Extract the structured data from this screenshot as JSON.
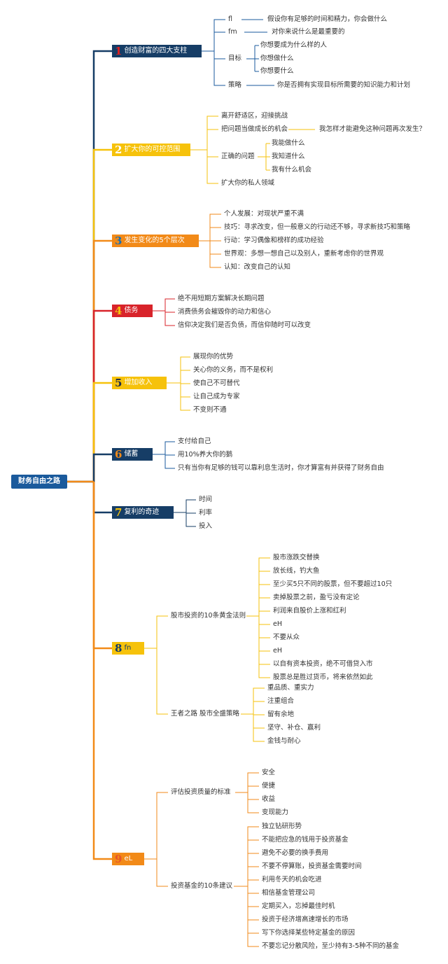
{
  "root": {
    "label": "财务自由之路"
  },
  "branches": [
    {
      "number": "1",
      "label": "创造财富的四大支柱",
      "bg": "#163d66",
      "num_color": "#e02020",
      "text_color": "#ffffff"
    },
    {
      "number": "2",
      "label": "扩大你的可控范围",
      "bg": "#f6c20b",
      "num_color": "#ffffff",
      "text_color": "#ffffff"
    },
    {
      "number": "3",
      "label": "发生变化的5个层次",
      "bg": "#f28a18",
      "num_color": "#1a6fb0",
      "text_color": "#ffffff"
    },
    {
      "number": "4",
      "label": "债务",
      "bg": "#d8232a",
      "num_color": "#f6c20b",
      "text_color": "#ffffff"
    },
    {
      "number": "5",
      "label": "增加收入",
      "bg": "#f6c20b",
      "num_color": "#1a2a4a",
      "text_color": "#ffffff"
    },
    {
      "number": "6",
      "label": "储蓄",
      "bg": "#163d66",
      "num_color": "#f28a18",
      "text_color": "#ffffff"
    },
    {
      "number": "7",
      "label": "复利的奇迹",
      "bg": "#163d66",
      "num_color": "#f6c20b",
      "text_color": "#ffffff"
    },
    {
      "number": "8",
      "label": "fn",
      "bg": "#f6c20b",
      "num_color": "#163d66",
      "text_color": "#163d66"
    },
    {
      "number": "9",
      "label": "eL",
      "bg": "#f28a18",
      "num_color": "#e8542a",
      "text_color": "#ffffff"
    }
  ],
  "b1": {
    "items": [
      "fl",
      "fm",
      "目标",
      "策略"
    ],
    "details": [
      "假设你有足够的时间和精力，你会做什么",
      "对你来说什么是最重要的",
      "你是否拥有实现目标所需要的知识能力和计划"
    ],
    "goal_items": [
      "你想要成为什么样的人",
      "你想做什么",
      "你想要什么"
    ]
  },
  "b2": {
    "items": [
      "离开舒适区，迎接挑战",
      "把问题当做成长的机会",
      "正确的问题",
      "扩大你的私人领域"
    ],
    "problem_detail": "我怎样才能避免这种问题再次发生？",
    "questions": [
      "我能做什么",
      "我知道什么",
      "我有什么机会"
    ]
  },
  "b3": {
    "items": [
      "个人发展：对现状严重不满",
      "技巧：寻求改变，但一般意义的行动还不够，寻求新技巧和策略",
      "行动：学习偶像和榜样的成功经验",
      "世界观：多想一想自己以及别人，重新考虑你的世界观",
      "认知：改变自己的认知"
    ]
  },
  "b4": {
    "items": [
      "绝不用短期方案解决长期问题",
      "消费债务会摧毁你的动力和信心",
      "信仰决定我们是否负债，而信仰随时可以改变"
    ]
  },
  "b5": {
    "items": [
      "展现你的优势",
      "关心你的义务，而不是权利",
      "使自己不可替代",
      "让自己成为专家",
      "不变则不通"
    ]
  },
  "b6": {
    "items": [
      "支付给自己",
      "用10%养大你的鹅",
      "只有当你有足够的钱可以靠利息生活时，你才算富有并获得了财务自由"
    ]
  },
  "b7": {
    "items": [
      "时间",
      "利率",
      "投入"
    ]
  },
  "b8": {
    "groups": [
      "股市投资的10条黄金法则",
      "王者之路 股市全盛策略"
    ],
    "rules": [
      "股市涨跌交替换",
      "放长线，钓大鱼",
      "至少买5只不同的股票，但不要超过10只",
      "卖掉股票之前，盈亏没有定论",
      "利润来自股价上涨和红利",
      "eH",
      "不要从众",
      "eH",
      "以自有资本投资，绝不可借贷入市",
      "股票总是胜过货币，将来依然如此"
    ],
    "strategy": [
      "重品质、重实力",
      "注重组合",
      "留有余地",
      "坚守、补仓、赢利",
      "金钱与耐心"
    ]
  },
  "b9": {
    "groups": [
      "评估投资质量的标准",
      "投资基金的10条建议"
    ],
    "criteria": [
      "安全",
      "便捷",
      "收益",
      "变现能力"
    ],
    "advice": [
      "独立钻研形势",
      "不能把应急的钱用于投资基金",
      "避免不必要的换手费用",
      "不要不停算账，投资基金需要时间",
      "利用冬天的机会吃进",
      "相信基金管理公司",
      "定期买入，忘掉最佳时机",
      "投资于经济增高速增长的市场",
      "写下你选择某些特定基金的原因",
      "不要忘记分散风险，至少持有3-5种不同的基金"
    ]
  },
  "colors": {
    "navy": "#163d66",
    "yellow": "#f6c20b",
    "orange": "#f28a18",
    "red": "#d8232a",
    "blue": "#1a5a9c"
  }
}
